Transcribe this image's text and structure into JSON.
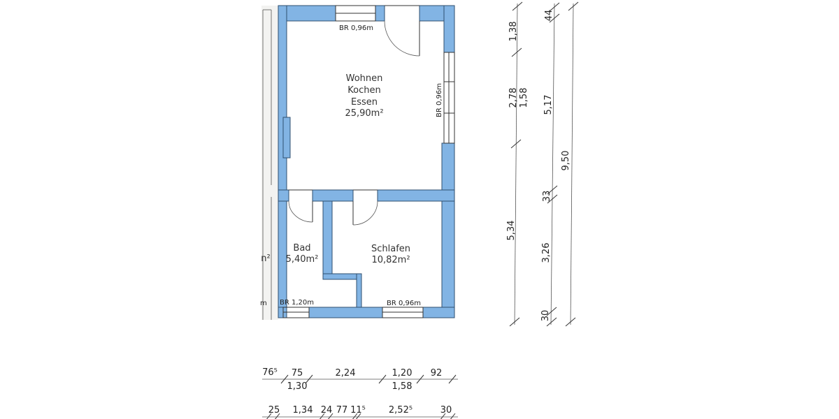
{
  "colors": {
    "wall": "#82b4e4",
    "ink": "#333333",
    "correction": "#2a7fd4"
  },
  "rooms": {
    "wohnen": {
      "line1": "Wohnen",
      "line2": "Kochen",
      "line3": "Essen",
      "area": "25,90m²"
    },
    "bad": {
      "name": "Bad",
      "area": "5,40m²"
    },
    "schlafen": {
      "name": "Schlafen",
      "area": "10,82m²"
    },
    "fragments": {
      "left_area": "n²",
      "left_br": "m"
    }
  },
  "windows": {
    "top": "BR 0,96m",
    "right": "BR 0,96m",
    "bad": "BR 1,20m",
    "schlafen": "BR 0,96m"
  },
  "dimensions": {
    "bottom_row1": {
      "a": "76⁵",
      "b_top": "75",
      "b_bottom": "1,30",
      "c": "2,24",
      "d_top": "1,20",
      "d_bottom": "1,58",
      "e": "92"
    },
    "bottom_row2": {
      "a": "25",
      "b": "1,34",
      "c": "24",
      "d": "77",
      "e": "11⁵",
      "f": "2,52⁵",
      "g": "30"
    },
    "right_col1": {
      "a": "1,38",
      "b": "2,78",
      "b2": "1,58",
      "c": "5,34"
    },
    "right_col2": {
      "a": "44",
      "b": "5,17",
      "c": "33",
      "d": "3,26",
      "e": "30"
    },
    "right_col3": {
      "total": "9,50"
    }
  }
}
